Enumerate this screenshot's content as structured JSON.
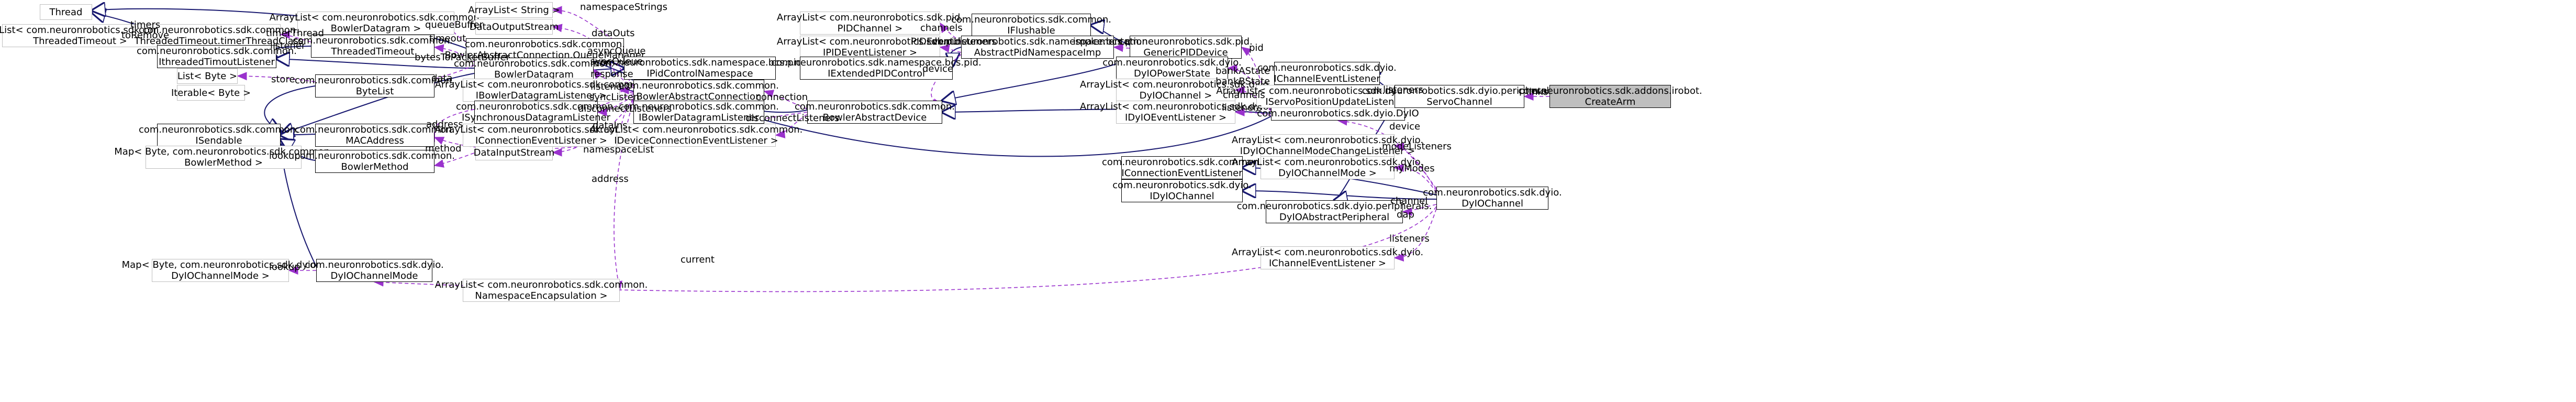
{
  "diagram": {
    "nodes": [
      {
        "id": "thread",
        "label": "Thread",
        "ext": true
      },
      {
        "id": "al_threadedtimeout",
        "label": "ArrayList< com.neuronrobotics.sdk.common.\nThreadedTimeout >",
        "ext": true
      },
      {
        "id": "timertimeoutclass",
        "label": "com.neuronrobotics.sdk.common.\nThreadedTimeout.timerThreadClass",
        "ext": true
      },
      {
        "id": "al_bowlerdatagram",
        "label": "ArrayList< com.neuronrobotics.sdk.common.\nBowlerDatagram >",
        "ext": true
      },
      {
        "id": "threadedtimeout",
        "label": "com.neuronrobotics.sdk.common.\nThreadedTimeout",
        "ext": false
      },
      {
        "id": "ithreadedtimeoutlistener",
        "label": "com.neuronrobotics.sdk.common.\nIthreadedTimoutListener",
        "ext": false
      },
      {
        "id": "queuemanager",
        "label": "com.neuronrobotics.sdk.common.\nBowlerAbstractConnection.QueueManager",
        "ext": false
      },
      {
        "id": "list_byte",
        "label": "List< Byte >",
        "ext": true
      },
      {
        "id": "iterable_byte",
        "label": "Iterable< Byte >",
        "ext": true
      },
      {
        "id": "bytelist",
        "label": "com.neuronrobotics.sdk.common.\nByteList",
        "ext": false
      },
      {
        "id": "bowlerdatagram",
        "label": "com.neuronrobotics.sdk.common.\nBowlerDatagram",
        "ext": false
      },
      {
        "id": "isendable",
        "label": "com.neuronrobotics.sdk.common.\nISendable",
        "ext": false
      },
      {
        "id": "macaddress",
        "label": "com.neuronrobotics.sdk.common.\nMACAddress",
        "ext": false
      },
      {
        "id": "map_bowlermethod",
        "label": "Map< Byte, com.neuronrobotics.sdk.common.\nBowlerMethod >",
        "ext": true
      },
      {
        "id": "bowlermethod",
        "label": "com.neuronrobotics.sdk.common.\nBowlerMethod",
        "ext": false
      },
      {
        "id": "map_dyiochannelmode",
        "label": "Map< Byte, com.neuronrobotics.sdk.dyio.\nDyIOChannelMode >",
        "ext": true
      },
      {
        "id": "dyiochannelmode",
        "label": "com.neuronrobotics.sdk.dyio.\nDyIOChannelMode",
        "ext": false
      },
      {
        "id": "al_string",
        "label": "ArrayList< String >",
        "ext": true
      },
      {
        "id": "dataoutputstream",
        "label": "DataOutputStream",
        "ext": true
      },
      {
        "id": "datainputstream",
        "label": "DataInputStream",
        "ext": true
      },
      {
        "id": "al_ibowlerdatagramlistener",
        "label": "ArrayList< com.neuronrobotics.sdk.common.\nIBowlerDatagramListener >",
        "ext": true
      },
      {
        "id": "isynchronousdatagramlistener",
        "label": "com.neuronrobotics.sdk.common.\nISynchronousDatagramListener",
        "ext": false
      },
      {
        "id": "al_iconnectioneventlistener",
        "label": "ArrayList< com.neuronrobotics.sdk.common.\nIConnectionEventListener >",
        "ext": true
      },
      {
        "id": "al_namespaceencapsulation",
        "label": "ArrayList< com.neuronrobotics.sdk.common.\nNamespaceEncapsulation >",
        "ext": true
      },
      {
        "id": "ipidcontrolnamespace",
        "label": "com.neuronrobotics.sdk.namespace.bcs.pid.\nIPidControlNamespace",
        "ext": false
      },
      {
        "id": "bowlerabstractconnection",
        "label": "com.neuronrobotics.sdk.common.\nBowlerAbstractConnection",
        "ext": false
      },
      {
        "id": "ibowlerdatagramlistener",
        "label": "com.neuronrobotics.sdk.common.\nIBowlerDatagramListener",
        "ext": false
      },
      {
        "id": "al_ideviceconnectioneventlistener",
        "label": "ArrayList< com.neuronrobotics.sdk.common.\nIDeviceConnectionEventListener >",
        "ext": true
      },
      {
        "id": "al_pidchannel",
        "label": "ArrayList< com.neuronrobotics.sdk.pid.\nPIDChannel >",
        "ext": true
      },
      {
        "id": "al_pideventlistener",
        "label": "ArrayList< com.neuronrobotics.sdk.pid.\nIPIDEventListener >",
        "ext": true
      },
      {
        "id": "iextendedpidcontrol",
        "label": "com.neuronrobotics.sdk.namespace.bcs.pid.\nIExtendedPIDControl",
        "ext": false
      },
      {
        "id": "bowlerabstractdevice",
        "label": "com.neuronrobotics.sdk.common.\nBowlerAbstractDevice",
        "ext": false
      },
      {
        "id": "iflushable",
        "label": "com.neuronrobotics.sdk.common.\nIFlushable",
        "ext": false
      },
      {
        "id": "abstractpidnamespaceimp",
        "label": "com.neuronrobotics.sdk.namespace.bcs.pid.\nAbstractPidNamespaceImp",
        "ext": false
      },
      {
        "id": "genericpiddevice",
        "label": "com.neuronrobotics.sdk.pid.\nGenericPIDDevice",
        "ext": false
      },
      {
        "id": "dyiopowerstate",
        "label": "com.neuronrobotics.sdk.dyio.\nDyIOPowerState",
        "ext": false
      },
      {
        "id": "al_dyiochannel",
        "label": "ArrayList< com.neuronrobotics.sdk.dyio.\nDyIOChannel >",
        "ext": true
      },
      {
        "id": "al_idyioeventlistener",
        "label": "ArrayList< com.neuronrobotics.sdk.dyio.\nIDyIOEventListener >",
        "ext": true
      },
      {
        "id": "dyio",
        "label": "com.neuronrobotics.sdk.dyio.DyIO",
        "ext": false
      },
      {
        "id": "iconnectioneventlistener",
        "label": "com.neuronrobotics.sdk.common.\nIConnectionEventListener",
        "ext": false
      },
      {
        "id": "ichanneleventlistener",
        "label": "com.neuronrobotics.sdk.dyio.\nIChannelEventListener",
        "ext": false
      },
      {
        "id": "al_iservopositionupdatelistener",
        "label": "ArrayList< com.neuronrobotics.sdk.dyio.peripherals.\nIServoPositionUpdateListener >",
        "ext": true
      },
      {
        "id": "servochannel",
        "label": "com.neuronrobotics.sdk.dyio.peripherals.\nServoChannel",
        "ext": false
      },
      {
        "id": "createarm",
        "label": "com.neuronrobotics.sdk.addons.irobot.\nCreateArm",
        "ext": false,
        "highlight": true
      },
      {
        "id": "al_idyiochannelmodechangelistener",
        "label": "ArrayList< com.neuronrobotics.sdk.dyio.\nIDyIOChannelModeChangeListener >",
        "ext": true
      },
      {
        "id": "al_dyiochannelmode",
        "label": "ArrayList< com.neuronrobotics.sdk.dyio.\nDyIOChannelMode >",
        "ext": true
      },
      {
        "id": "idyiochannel",
        "label": "com.neuronrobotics.sdk.dyio.\nIDyIOChannel",
        "ext": false
      },
      {
        "id": "dyioabstractperipheral",
        "label": "com.neuronrobotics.sdk.dyio.peripherals.\nDyIOAbstractPeripheral",
        "ext": false
      },
      {
        "id": "dyiochannel",
        "label": "com.neuronrobotics.sdk.dyio.\nDyIOChannel",
        "ext": false
      },
      {
        "id": "al_ichanneleventlistener",
        "label": "ArrayList< com.neuronrobotics.sdk.dyio.\nIChannelEventListener >",
        "ext": true
      }
    ],
    "edge_labels": [
      {
        "id": "timers",
        "text": "timers\ntoRemove"
      },
      {
        "id": "timerthread",
        "text": "timerThread"
      },
      {
        "id": "listener",
        "text": "listener"
      },
      {
        "id": "queuebuffer",
        "text": "queueBuffer"
      },
      {
        "id": "timeout",
        "text": "timeout"
      },
      {
        "id": "bytestopacketbuffer",
        "text": "bytesToPacketBuffer"
      },
      {
        "id": "store",
        "text": "store"
      },
      {
        "id": "data",
        "text": "data"
      },
      {
        "id": "address1",
        "text": "address"
      },
      {
        "id": "method",
        "text": "method"
      },
      {
        "id": "lookup1",
        "text": "lookup"
      },
      {
        "id": "lookup2",
        "text": "lookup"
      },
      {
        "id": "namespacestrings",
        "text": "namespaceStrings"
      },
      {
        "id": "dataouts",
        "text": "dataOuts"
      },
      {
        "id": "asyncqueue",
        "text": "asyncQueue\nsyncQueue"
      },
      {
        "id": "response",
        "text": "response"
      },
      {
        "id": "listeners1",
        "text": "listeners"
      },
      {
        "id": "synclisten",
        "text": "syncListen"
      },
      {
        "id": "disconnectlisteners1",
        "text": "disconnectListeners"
      },
      {
        "id": "dataloss",
        "text": "dataIns"
      },
      {
        "id": "namespacelist",
        "text": "namespaceList"
      },
      {
        "id": "address2",
        "text": "address"
      },
      {
        "id": "connection",
        "text": "connection"
      },
      {
        "id": "disconnectlisteners2",
        "text": "disconnectListeners"
      },
      {
        "id": "channels1",
        "text": "channels"
      },
      {
        "id": "pideventlisteners",
        "text": "PIDEventListeners"
      },
      {
        "id": "device1",
        "text": "device"
      },
      {
        "id": "implementation",
        "text": "implementation"
      },
      {
        "id": "pid",
        "text": "pid"
      },
      {
        "id": "bankstate",
        "text": "bankAState\nbankBState"
      },
      {
        "id": "channels2",
        "text": "channels"
      },
      {
        "id": "listeners2",
        "text": "listeners"
      },
      {
        "id": "listeners3",
        "text": "listeners"
      },
      {
        "id": "links",
        "text": "links"
      },
      {
        "id": "device2",
        "text": "device"
      },
      {
        "id": "modelisteners",
        "text": "modeListeners"
      },
      {
        "id": "mymodes",
        "text": "myModes"
      },
      {
        "id": "channel",
        "text": "channel"
      },
      {
        "id": "dap",
        "text": "dap"
      },
      {
        "id": "current",
        "text": "current"
      },
      {
        "id": "listeners4",
        "text": "listeners"
      }
    ]
  },
  "colors": {
    "inherit": "#191970",
    "use": "#9a32cd",
    "ext_border": "#bfbfbf",
    "highlight_fill": "#bfbfbf"
  }
}
